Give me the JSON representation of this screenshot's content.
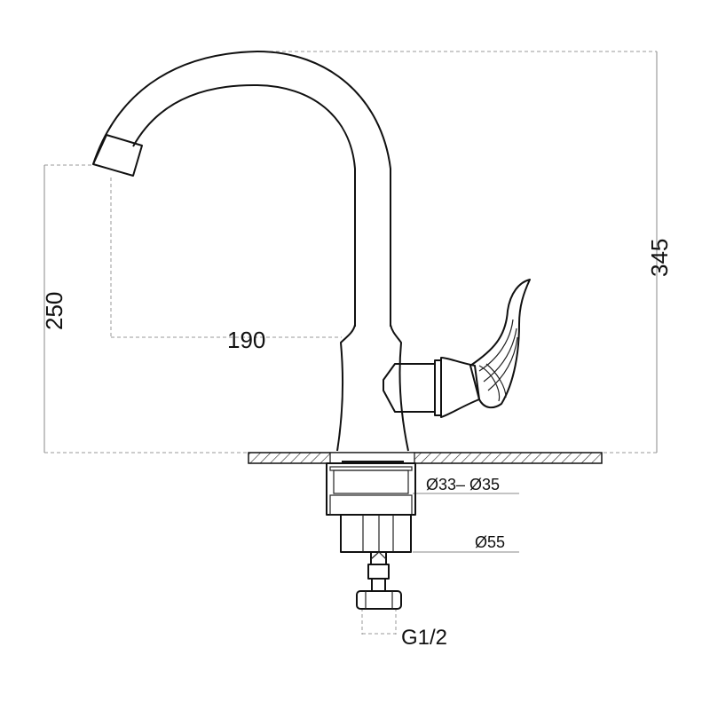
{
  "dimensions": {
    "outlet_height": "250",
    "reach": "190",
    "total_height": "345",
    "mounting_hole": "Ø33– Ø35",
    "base_diameter": "Ø55",
    "connection_thread": "G1/2"
  }
}
